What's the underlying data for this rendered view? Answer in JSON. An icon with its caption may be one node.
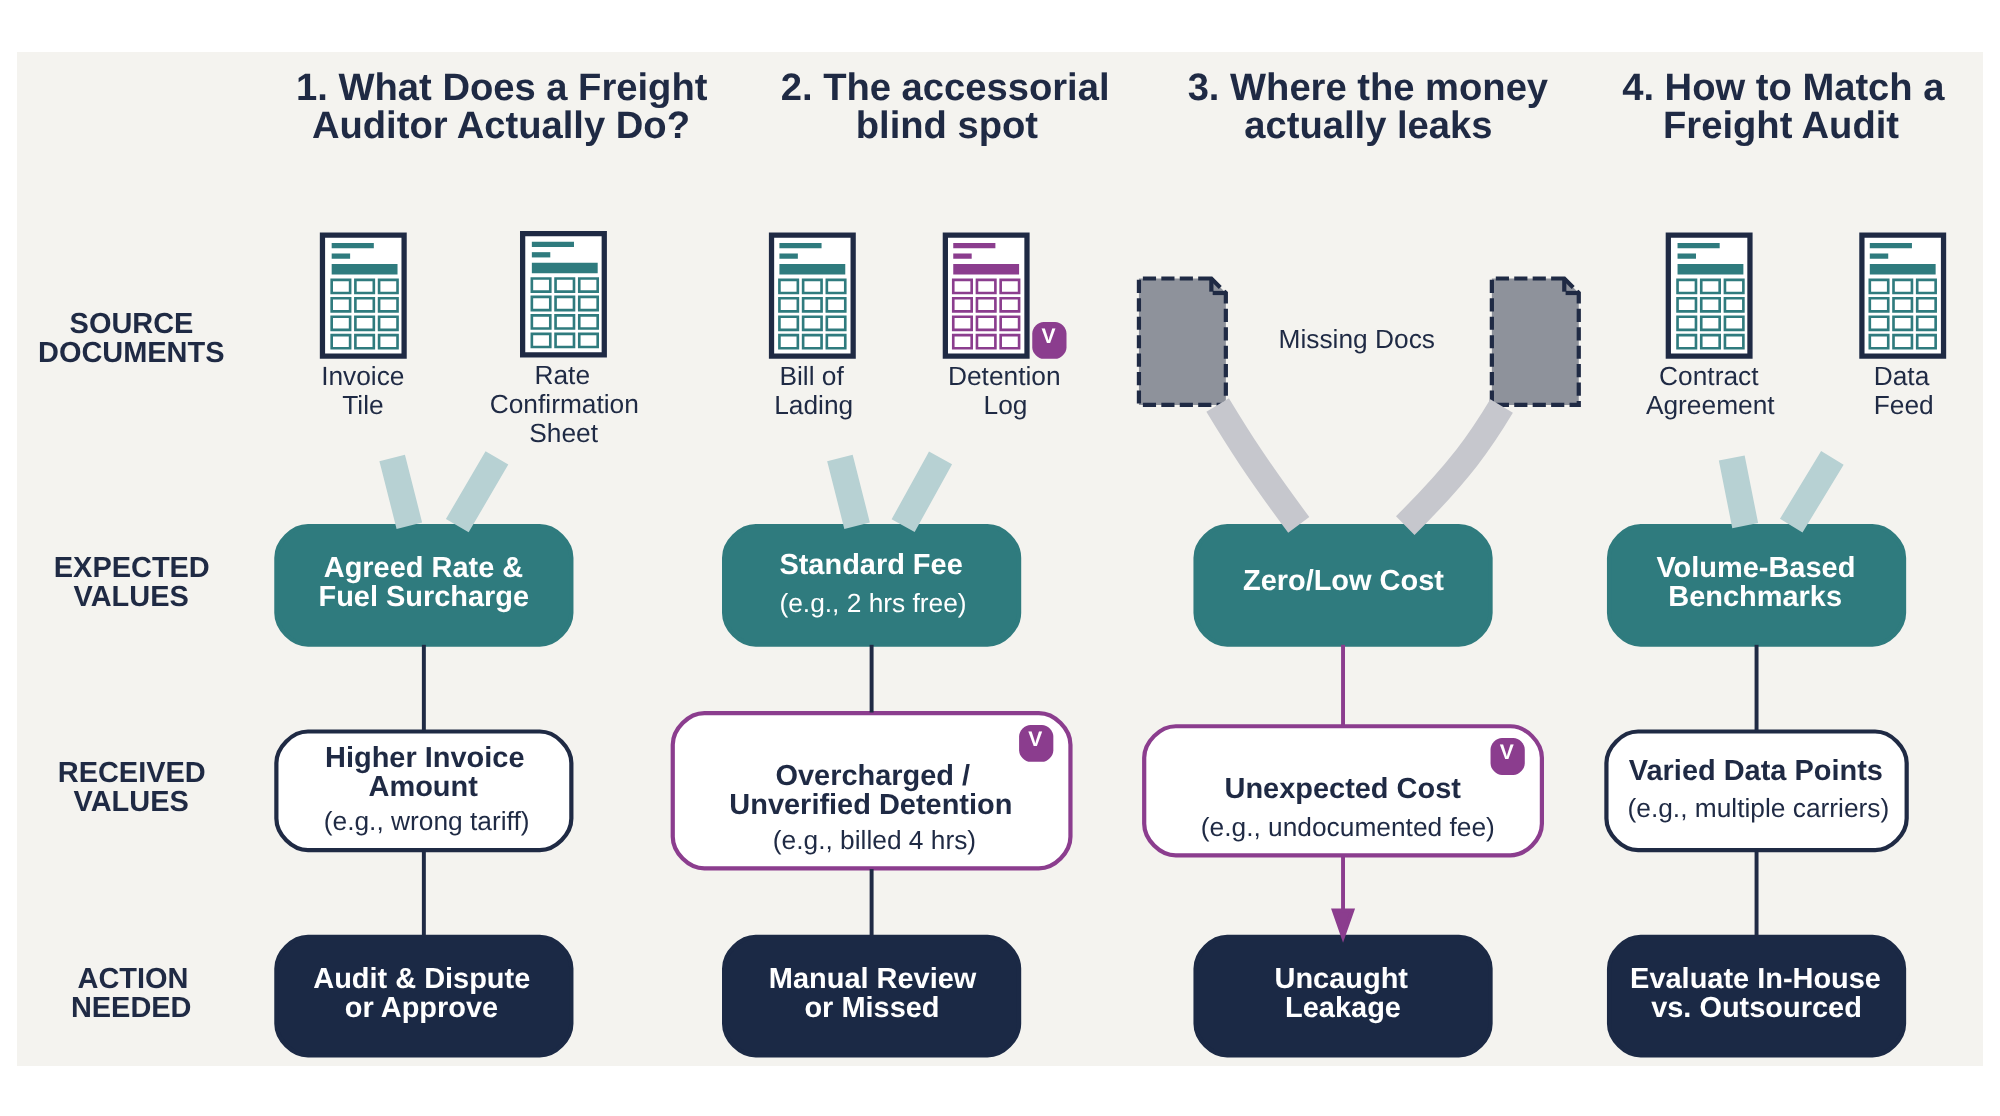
{
  "diagram": {
    "nodes": [
      {
        "text": [
          "Invoice Tile"
        ]
      },
      {
        "text": [
          "Rate Confirmation Sheet"
        ]
      },
      {
        "text": [
          "Bill of Lading"
        ]
      },
      {
        "text": [
          "Detention Log"
        ],
        "beside": [
          "V"
        ]
      },
      {
        "text": [],
        "shape": "picture"
      },
      {
        "text": [],
        "shape": "picture"
      },
      {
        "text": [
          "Contract Agreement"
        ]
      },
      {
        "text": [
          "Data Feed"
        ]
      },
      {
        "text": [
          "Agreed Rate & Fuel Surcharge"
        ]
      },
      {
        "text": [
          "Standard Fee",
          "(e.g., 2 hrs free)"
        ]
      },
      {
        "text": [
          "Zero/Low Cost"
        ]
      },
      {
        "text": [
          "Volume-Based Benchmarks"
        ]
      },
      {
        "text": [
          "Higher Invoice Amount",
          "(e.g., wrong tariff)"
        ]
      },
      {
        "text": [
          "V",
          "Overcharged / Unverified Detention",
          "(e.g., billed 4 hrs)"
        ]
      },
      {
        "text": [
          "V",
          "Unexpected Cost",
          "(e.g., undocumented fee)"
        ]
      },
      {
        "text": [
          "Varied Data Points",
          "(e.g., multiple carriers)"
        ]
      },
      {
        "text": [
          "Audit & Dispute or Approve"
        ]
      },
      {
        "text": [
          "Manual Review or Missed"
        ]
      },
      {
        "text": [
          "Uncaught Leakage"
        ]
      },
      {
        "text": [
          "Evaluate In-House vs. Outsourced"
        ]
      }
    ],
    "edges": [
      {
        "from": 0,
        "to": 8,
        "arrow": "none",
        "style": "thick",
        "color": "#b7d1d3"
      },
      {
        "from": 1,
        "to": 8,
        "arrow": "none",
        "style": "thick",
        "color": "#b7d1d3"
      },
      {
        "from": 2,
        "to": 9,
        "arrow": "none",
        "style": "thick",
        "color": "#b7d1d3"
      },
      {
        "from": 3,
        "to": 9,
        "arrow": "none",
        "style": "thick",
        "color": "#b7d1d3"
      },
      {
        "from": 4,
        "to": 10,
        "arrow": "none",
        "style": "thick",
        "color": "#c6c7cd"
      },
      {
        "from": 5,
        "to": 10,
        "arrow": "none",
        "style": "thick",
        "color": "#c6c7cd"
      },
      {
        "from": 6,
        "to": 11,
        "arrow": "none",
        "style": "thick",
        "color": "#b7d1d3"
      },
      {
        "from": 7,
        "to": 11,
        "arrow": "none",
        "style": "thick",
        "color": "#b7d1d3"
      },
      {
        "from": 8,
        "to": 12,
        "arrow": "none",
        "color": "#1f2a44"
      },
      {
        "from": 9,
        "to": 13,
        "arrow": "none",
        "color": "#1f2a44"
      },
      {
        "from": 10,
        "to": 14,
        "arrow": "none",
        "color": "#8b3d8e"
      },
      {
        "from": 11,
        "to": 15,
        "arrow": "none",
        "color": "#1f2a44"
      },
      {
        "from": 12,
        "to": 16,
        "arrow": "none",
        "color": "#1f2a44"
      },
      {
        "from": 13,
        "to": 17,
        "arrow": "none",
        "color": "#1f2a44"
      },
      {
        "from": 14,
        "to": 18,
        "arrow": "to",
        "color": "#8b3d8e"
      },
      {
        "from": 15,
        "to": 19,
        "arrow": "none",
        "color": "#1f2a44"
      }
    ],
    "labels": [
      "1. What Does a Freight Auditor Actually Do?",
      "2. The accessorial blind spot",
      "3. Where the money actually leaks",
      "4. How to Match a Freight Audit",
      "SOURCE DOCUMENTS",
      "Missing Docs",
      "EXPECTED VALUES",
      "RECEIVED VALUES",
      "ACTION NEEDED"
    ]
  }
}
